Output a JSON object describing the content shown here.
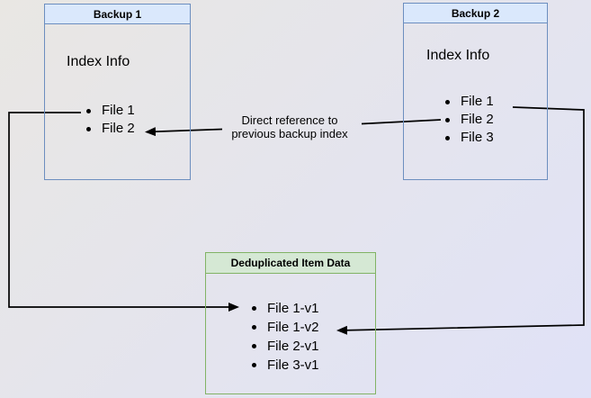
{
  "colors": {
    "background_start": "#e9e7e3",
    "background_end": "#e0e2f7",
    "blue_fill": "#dae8fc",
    "blue_border": "#6c8ebf",
    "green_fill": "#d5e8d4",
    "green_border": "#82b366",
    "arrow": "#000000"
  },
  "backup1": {
    "title": "Backup 1",
    "index_label": "Index Info",
    "files": [
      "File 1",
      "File 2"
    ]
  },
  "backup2": {
    "title": "Backup 2",
    "index_label": "Index Info",
    "files": [
      "File 1",
      "File 2",
      "File 3"
    ]
  },
  "dedup": {
    "title": "Deduplicated Item Data",
    "files": [
      "File 1-v1",
      "File 1-v2",
      "File 2-v1",
      "File 3-v1"
    ]
  },
  "annotation": {
    "line1": "Direct reference to",
    "line2": "previous backup index"
  }
}
